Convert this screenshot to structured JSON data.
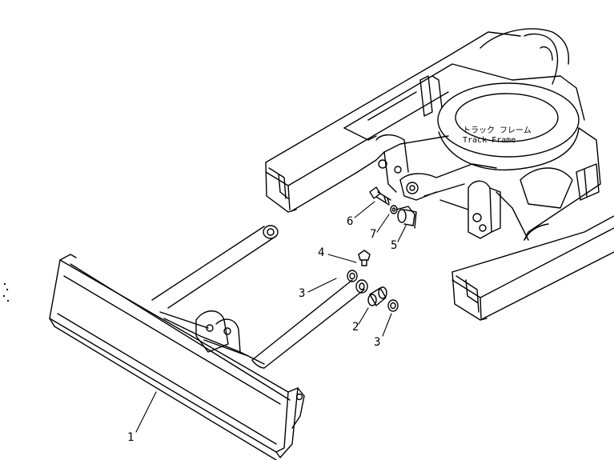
{
  "diagram": {
    "frame_label_jp": "トラック フレーム",
    "frame_label_en": "Track Frame",
    "callouts": [
      {
        "id": "1",
        "text": "1"
      },
      {
        "id": "2",
        "text": "2"
      },
      {
        "id": "3a",
        "text": "3"
      },
      {
        "id": "3b",
        "text": "3"
      },
      {
        "id": "4",
        "text": "4"
      },
      {
        "id": "5",
        "text": "5"
      },
      {
        "id": "6",
        "text": "6"
      },
      {
        "id": "7",
        "text": "7"
      }
    ]
  }
}
